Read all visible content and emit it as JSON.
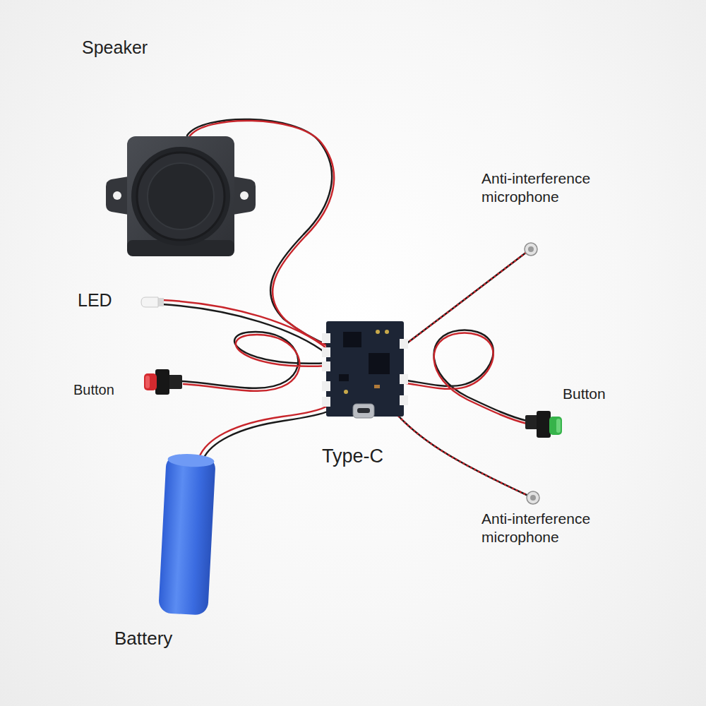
{
  "diagram": {
    "labels": [
      "Speaker",
      "Anti-interference microphone",
      "LED",
      "Button",
      "Button",
      "Type-C",
      "Anti-interference microphone",
      "Battery"
    ]
  }
}
